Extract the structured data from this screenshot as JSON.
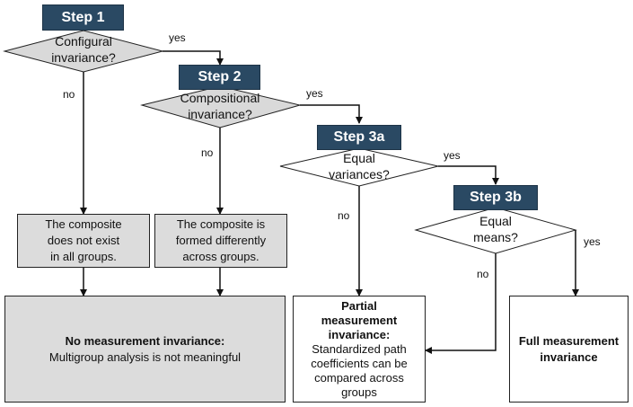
{
  "steps": {
    "step1": "Step 1",
    "step2": "Step 2",
    "step3a": "Step 3a",
    "step3b": "Step 3b"
  },
  "decisions": {
    "configural": [
      "Configural",
      "invariance?"
    ],
    "compositional": [
      "Compositional",
      "invariance?"
    ],
    "variances": [
      "Equal",
      "variances?"
    ],
    "means": [
      "Equal",
      "means?"
    ]
  },
  "edge_labels": {
    "yes": "yes",
    "no": "no"
  },
  "boxes": {
    "not_exist": [
      "The composite",
      "does not exist",
      "in all groups."
    ],
    "formed_differently": [
      "The composite is",
      "formed differently",
      "across groups."
    ],
    "no_invariance": {
      "title": "No measurement invariance:",
      "body": "Multigroup analysis is not meaningful"
    },
    "partial": {
      "title": [
        "Partial",
        "measurement",
        "invariance:"
      ],
      "body": [
        "Standardized path",
        "coefficients can be",
        "compared across",
        "groups"
      ]
    },
    "full": [
      "Full measurement",
      "invariance"
    ]
  },
  "colors": {
    "step_tab": "#2a4963",
    "decision_fill": "#d9d9d9",
    "grey_box": "#dcdcdc",
    "line": "#111111"
  }
}
